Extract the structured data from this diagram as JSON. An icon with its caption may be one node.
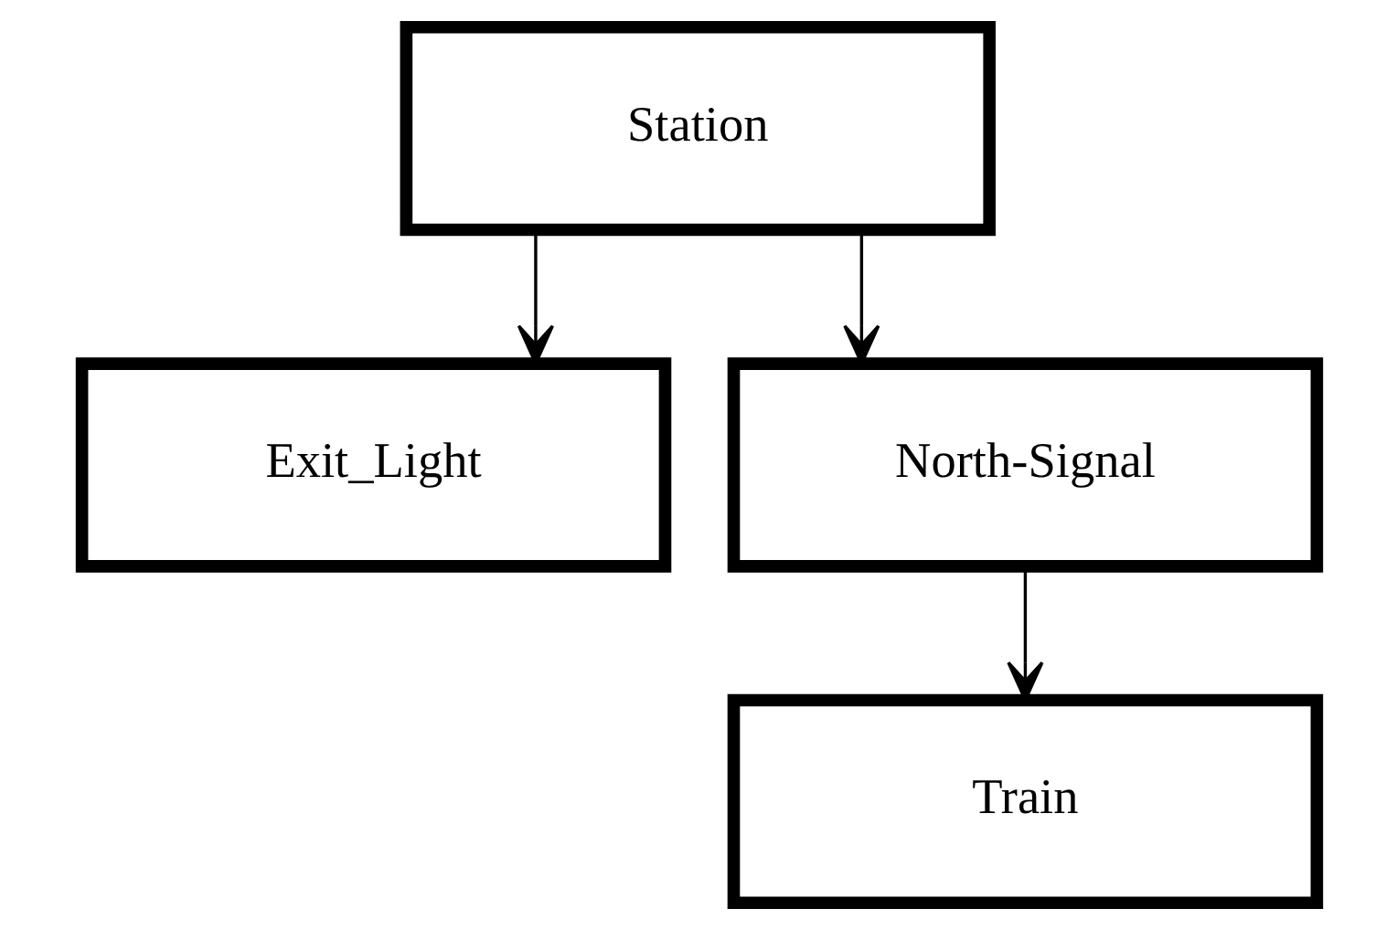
{
  "diagram": {
    "nodes": [
      {
        "text": [
          "Station"
        ]
      },
      {
        "text": [
          "Exit_Light"
        ]
      },
      {
        "text": [
          "North-Signal"
        ]
      },
      {
        "text": [
          "Train"
        ]
      }
    ],
    "edges": [
      {
        "from": 0,
        "to": 1,
        "arrow": "to"
      },
      {
        "from": 0,
        "to": 2,
        "arrow": "to"
      },
      {
        "from": 2,
        "to": 3,
        "arrow": "to"
      }
    ]
  }
}
